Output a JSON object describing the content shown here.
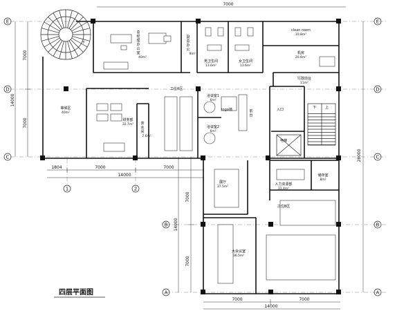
{
  "title": "四层平面图",
  "rooms": [
    {
      "id": "gm-office",
      "name": "总经理办公室",
      "area": "40m²"
    },
    {
      "id": "vice-office",
      "name": "副总办公",
      "area": "9m²"
    },
    {
      "id": "male-wc",
      "name": "男卫生间",
      "area": "13.6m²"
    },
    {
      "id": "female-wc",
      "name": "女卫生间",
      "area": "13.6m²"
    },
    {
      "id": "clean-room",
      "name": "clean room",
      "area": "10.8m²"
    },
    {
      "id": "machine-room",
      "name": "机房",
      "area": "20.6m²"
    },
    {
      "id": "admin",
      "name": "行政前台",
      "area": "11m²"
    },
    {
      "id": "waiting",
      "name": "等候区",
      "area": "40m²"
    },
    {
      "id": "finance",
      "name": "财务部",
      "area": "32.7m²"
    },
    {
      "id": "pantry",
      "name": "茶水间",
      "area": "7.6m²"
    },
    {
      "id": "workzone-a",
      "name": "工位A区",
      "area": ""
    },
    {
      "id": "meeting-1",
      "name": "洽谈室1",
      "area": "6m²"
    },
    {
      "id": "meeting-2",
      "name": "洽谈室2",
      "area": "6m²"
    },
    {
      "id": "logo-wall",
      "name": "logo墙",
      "area": ""
    },
    {
      "id": "reception",
      "name": "前台",
      "area": ""
    },
    {
      "id": "entrance",
      "name": "入口",
      "area": ""
    },
    {
      "id": "elevator",
      "name": "电梯",
      "area": ""
    },
    {
      "id": "hall",
      "name": "展厅",
      "area": "37.5m²"
    },
    {
      "id": "hr",
      "name": "人力资源部",
      "area": "31.4m²"
    },
    {
      "id": "storage",
      "name": "储存室",
      "area": "8m²"
    },
    {
      "id": "workzone-b",
      "name": "工位B区",
      "area": ""
    },
    {
      "id": "conference",
      "name": "大会议室",
      "area": "36.5m²"
    }
  ],
  "stair_labels": {
    "down": "下",
    "up": "上",
    "spiral_down": "下"
  },
  "axes": {
    "rows": [
      "E",
      "D",
      "C",
      "B",
      "A"
    ],
    "cols": [
      "1",
      "2"
    ]
  },
  "dims": {
    "top": [
      "7000"
    ],
    "left": [
      "7000",
      "7000"
    ],
    "left_total": "14000",
    "right_total": "28000",
    "mid_row": [
      "1804",
      "7000",
      "7000"
    ],
    "mid_total": "14000",
    "lower_left": [
      "7000",
      "7000"
    ],
    "lower_total": "14000",
    "bottom": [
      "7000",
      "7000"
    ],
    "bottom_total": "14000"
  }
}
